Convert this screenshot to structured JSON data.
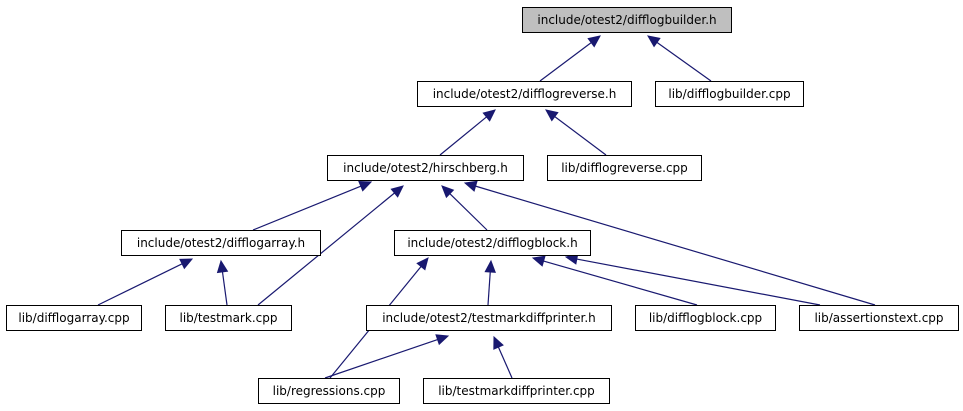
{
  "graph": {
    "nodes": [
      {
        "id": "n0",
        "label": "include/otest2/difflogbuilder.h",
        "root": true
      },
      {
        "id": "n1",
        "label": "include/otest2/difflogreverse.h"
      },
      {
        "id": "n2",
        "label": "lib/difflogbuilder.cpp"
      },
      {
        "id": "n3",
        "label": "include/otest2/hirschberg.h"
      },
      {
        "id": "n4",
        "label": "lib/difflogreverse.cpp"
      },
      {
        "id": "n5",
        "label": "include/otest2/difflogarray.h"
      },
      {
        "id": "n6",
        "label": "include/otest2/difflogblock.h"
      },
      {
        "id": "n7",
        "label": "lib/difflogarray.cpp"
      },
      {
        "id": "n8",
        "label": "lib/testmark.cpp"
      },
      {
        "id": "n9",
        "label": "include/otest2/testmarkdiffprinter.h"
      },
      {
        "id": "n10",
        "label": "lib/difflogblock.cpp"
      },
      {
        "id": "n11",
        "label": "lib/assertionstext.cpp"
      },
      {
        "id": "n12",
        "label": "lib/regressions.cpp"
      },
      {
        "id": "n13",
        "label": "lib/testmarkdiffprinter.cpp"
      }
    ],
    "edges": [
      {
        "from": "n1",
        "to": "n0"
      },
      {
        "from": "n2",
        "to": "n0"
      },
      {
        "from": "n3",
        "to": "n1"
      },
      {
        "from": "n4",
        "to": "n1"
      },
      {
        "from": "n5",
        "to": "n3"
      },
      {
        "from": "n8",
        "to": "n3"
      },
      {
        "from": "n6",
        "to": "n3"
      },
      {
        "from": "n11",
        "to": "n3"
      },
      {
        "from": "n7",
        "to": "n5"
      },
      {
        "from": "n8",
        "to": "n5"
      },
      {
        "from": "n12",
        "to": "n6"
      },
      {
        "from": "n9",
        "to": "n6"
      },
      {
        "from": "n10",
        "to": "n6"
      },
      {
        "from": "n11",
        "to": "n6"
      },
      {
        "from": "n12",
        "to": "n9"
      },
      {
        "from": "n13",
        "to": "n9"
      }
    ],
    "colors": {
      "edge": "#191970",
      "root_fill": "#bfbfbf",
      "node_fill": "#ffffff",
      "border": "#000000"
    }
  }
}
